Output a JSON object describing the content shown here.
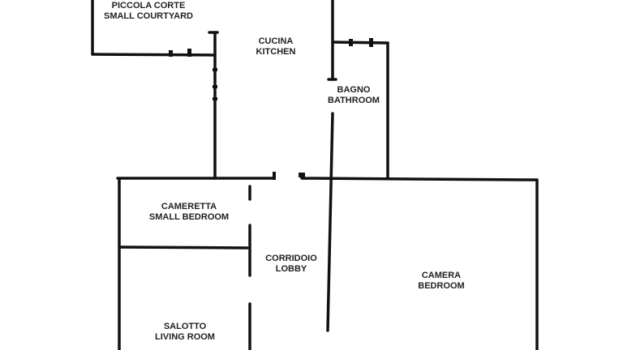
{
  "rooms": {
    "courtyard": {
      "it": "PICCOLA CORTE",
      "en": "SMALL COURTYARD"
    },
    "kitchen": {
      "it": "CUCINA",
      "en": "KITCHEN"
    },
    "bathroom": {
      "it": "BAGNO",
      "en": "BATHROOM"
    },
    "small_bedroom": {
      "it": "CAMERETTA",
      "en": "SMALL BEDROOM"
    },
    "lobby": {
      "it": "CORRIDOIO",
      "en": "LOBBY"
    },
    "bedroom": {
      "it": "CAMERA",
      "en": "BEDROOM"
    },
    "living_room": {
      "it": "SALOTTO",
      "en": "LIVING ROOM"
    }
  }
}
